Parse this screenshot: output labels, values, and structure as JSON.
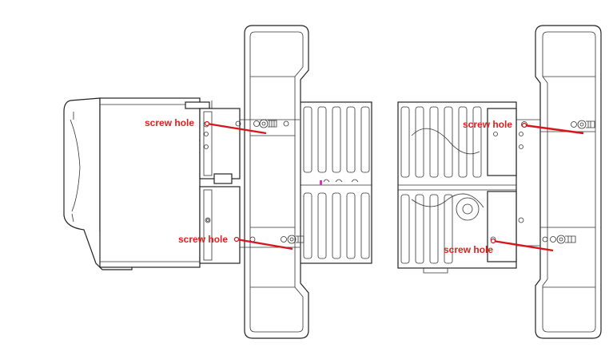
{
  "labels": {
    "left_upper": "screw hole",
    "left_lower": "screw hole",
    "right_upper": "screw hole",
    "right_lower": "screw hole"
  },
  "colors": {
    "annotation": "#e0201b",
    "line_art": "#222222",
    "background": "#ffffff"
  }
}
